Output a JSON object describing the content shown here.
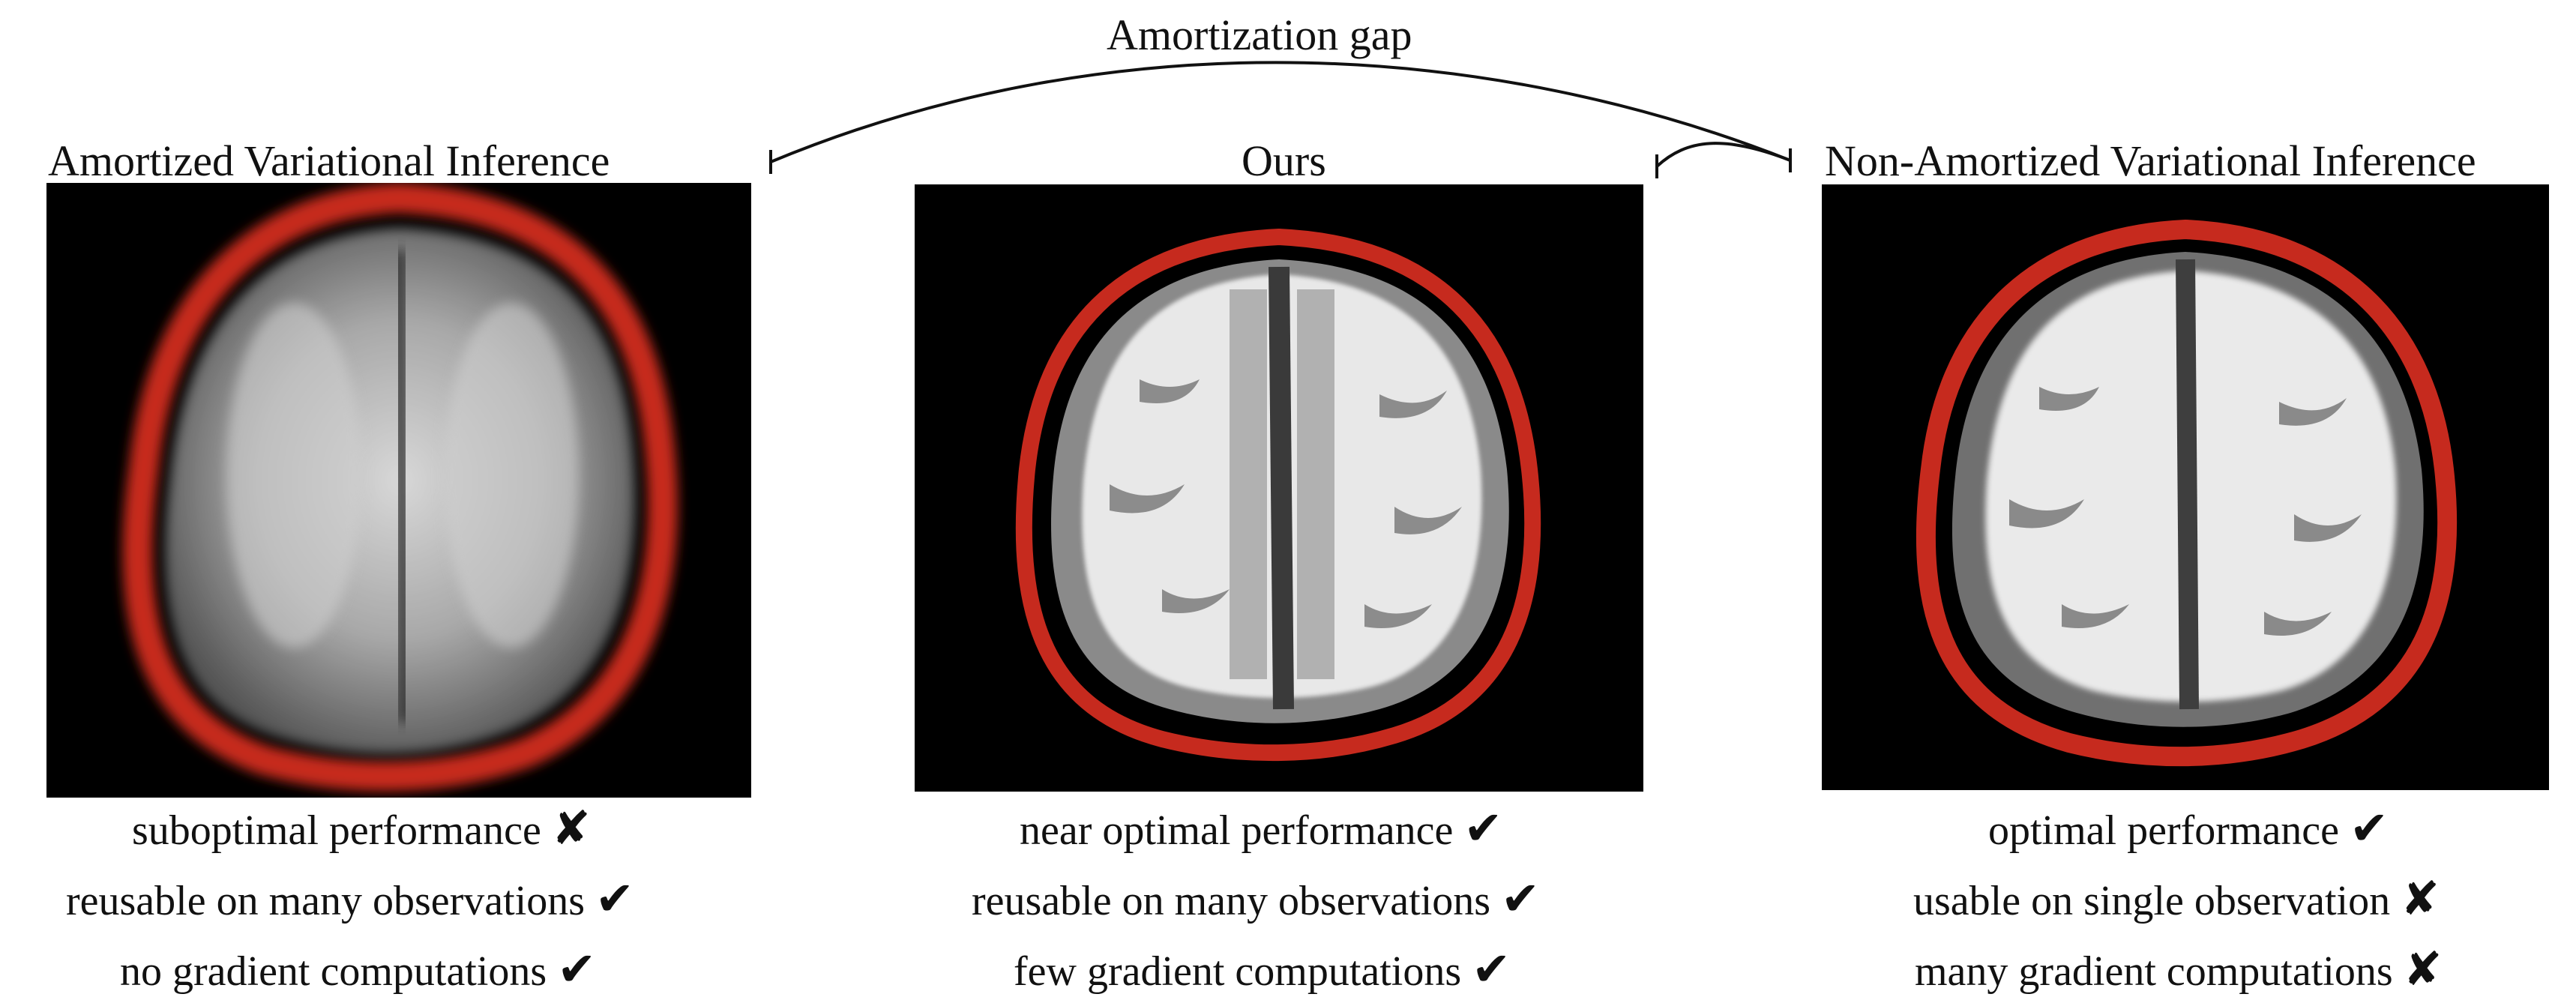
{
  "gap_label": "Amortization gap",
  "panels": {
    "left": {
      "title": "Amortized Variational Inference",
      "properties": [
        {
          "text": "suboptimal performance",
          "mark": "✘"
        },
        {
          "text": "reusable on many observations",
          "mark": "✔"
        },
        {
          "text": "no gradient computations",
          "mark": "✔"
        }
      ]
    },
    "middle": {
      "title": "Ours",
      "properties": [
        {
          "text": "near optimal performance",
          "mark": "✔"
        },
        {
          "text": "reusable on many observations",
          "mark": "✔"
        },
        {
          "text": "few gradient computations",
          "mark": "✔"
        }
      ]
    },
    "right": {
      "title": "Non-Amortized Variational Inference",
      "properties": [
        {
          "text": "optimal performance",
          "mark": "✔"
        },
        {
          "text": "usable on single observation",
          "mark": "✘"
        },
        {
          "text": "many gradient computations",
          "mark": "✘"
        }
      ]
    }
  },
  "colors": {
    "skull_red": "#c62a1e",
    "background": "#000000"
  }
}
